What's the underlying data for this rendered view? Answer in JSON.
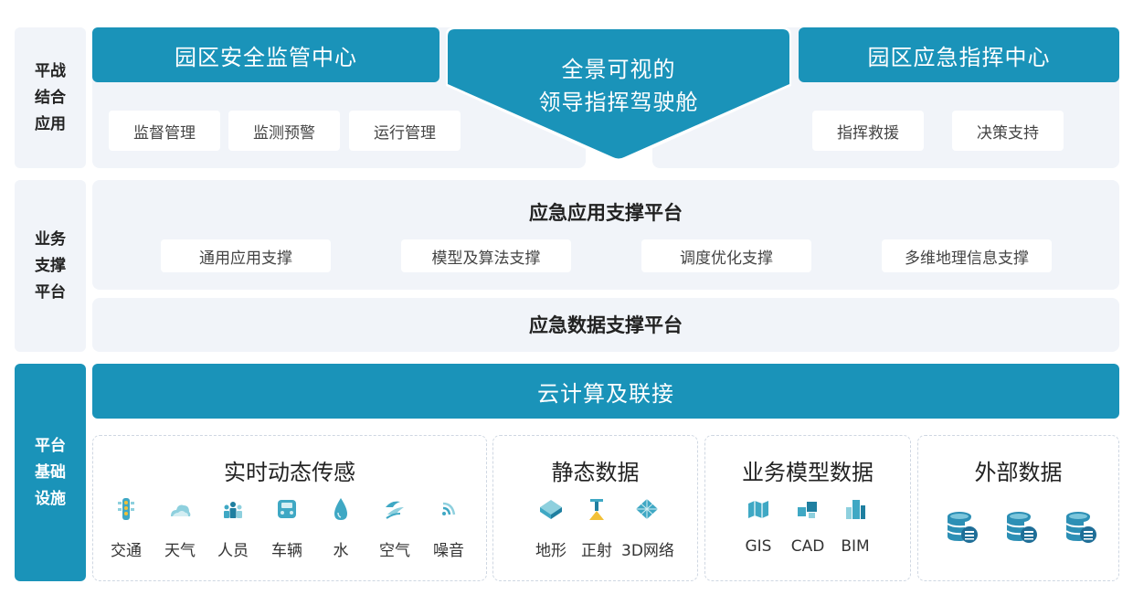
{
  "rows": {
    "top_label": "平战结合应用",
    "mid_label": "业务支撑平台",
    "bottom_label": "平台基础设施"
  },
  "top": {
    "left_title": "园区安全监管中心",
    "left_chips": [
      "监督管理",
      "监测预警",
      "运行管理"
    ],
    "center_line1": "全景可视的",
    "center_line2": "领导指挥驾驶舱",
    "right_title": "园区应急指挥中心",
    "right_chips": [
      "指挥救援",
      "决策支持"
    ]
  },
  "middle": {
    "app_platform": "应急应用支撑平台",
    "app_chips": [
      "通用应用支撑",
      "模型及算法支撑",
      "调度优化支撑",
      "多维地理信息支撑"
    ],
    "data_platform": "应急数据支撑平台"
  },
  "bottom": {
    "cloud": "云计算及联接",
    "groups": [
      {
        "title": "实时动态传感",
        "items": [
          {
            "label": "交通",
            "icon": "traffic-light-icon"
          },
          {
            "label": "天气",
            "icon": "cloud-icon"
          },
          {
            "label": "人员",
            "icon": "people-icon"
          },
          {
            "label": "车辆",
            "icon": "car-icon"
          },
          {
            "label": "水",
            "icon": "water-drop-icon"
          },
          {
            "label": "空气",
            "icon": "wind-icon"
          },
          {
            "label": "噪音",
            "icon": "sound-wave-icon"
          }
        ]
      },
      {
        "title": "静态数据",
        "items": [
          {
            "label": "地形",
            "icon": "terrain-icon"
          },
          {
            "label": "正射",
            "icon": "orthophoto-icon"
          },
          {
            "label": "3D网络",
            "icon": "3d-network-icon"
          }
        ]
      },
      {
        "title": "业务模型数据",
        "items": [
          {
            "label": "GIS",
            "icon": "gis-map-icon"
          },
          {
            "label": "CAD",
            "icon": "cad-blocks-icon"
          },
          {
            "label": "BIM",
            "icon": "bim-building-icon"
          }
        ]
      },
      {
        "title": "外部数据",
        "items": [
          {
            "label": "",
            "icon": "database-icon"
          },
          {
            "label": "",
            "icon": "database-icon"
          },
          {
            "label": "",
            "icon": "database-icon"
          }
        ]
      }
    ]
  },
  "colors": {
    "teal": "#1a93b9",
    "panel": "#f1f4f9",
    "icon_light": "#8ed0de",
    "icon_mid": "#3fa8c4"
  }
}
